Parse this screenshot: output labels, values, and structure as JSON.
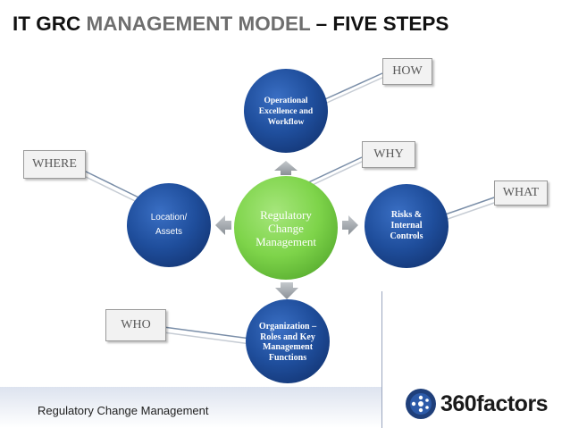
{
  "title": {
    "part1": "IT GRC ",
    "part2": "MANAGEMENT MODEL ",
    "part3": "– ",
    "part4": "FIVE STEPS"
  },
  "center": {
    "label": "Regulatory Change Management",
    "color": "#7ed44a"
  },
  "nodes": {
    "top": "Operational Excellence and Workflow",
    "right": "Risks & Internal Controls",
    "bottom": "Organization – Roles and Key Management Functions",
    "left": "Location/ Assets"
  },
  "callouts": {
    "how": "HOW",
    "why": "WHY",
    "where": "WHERE",
    "what": "WHAT",
    "who": "WHO"
  },
  "colors": {
    "node_blue": "#1f4e9c",
    "arrow_gray": "#9aa0a6"
  },
  "footer": {
    "text": "Regulatory Change Management"
  },
  "logo": {
    "name": "360factors"
  }
}
